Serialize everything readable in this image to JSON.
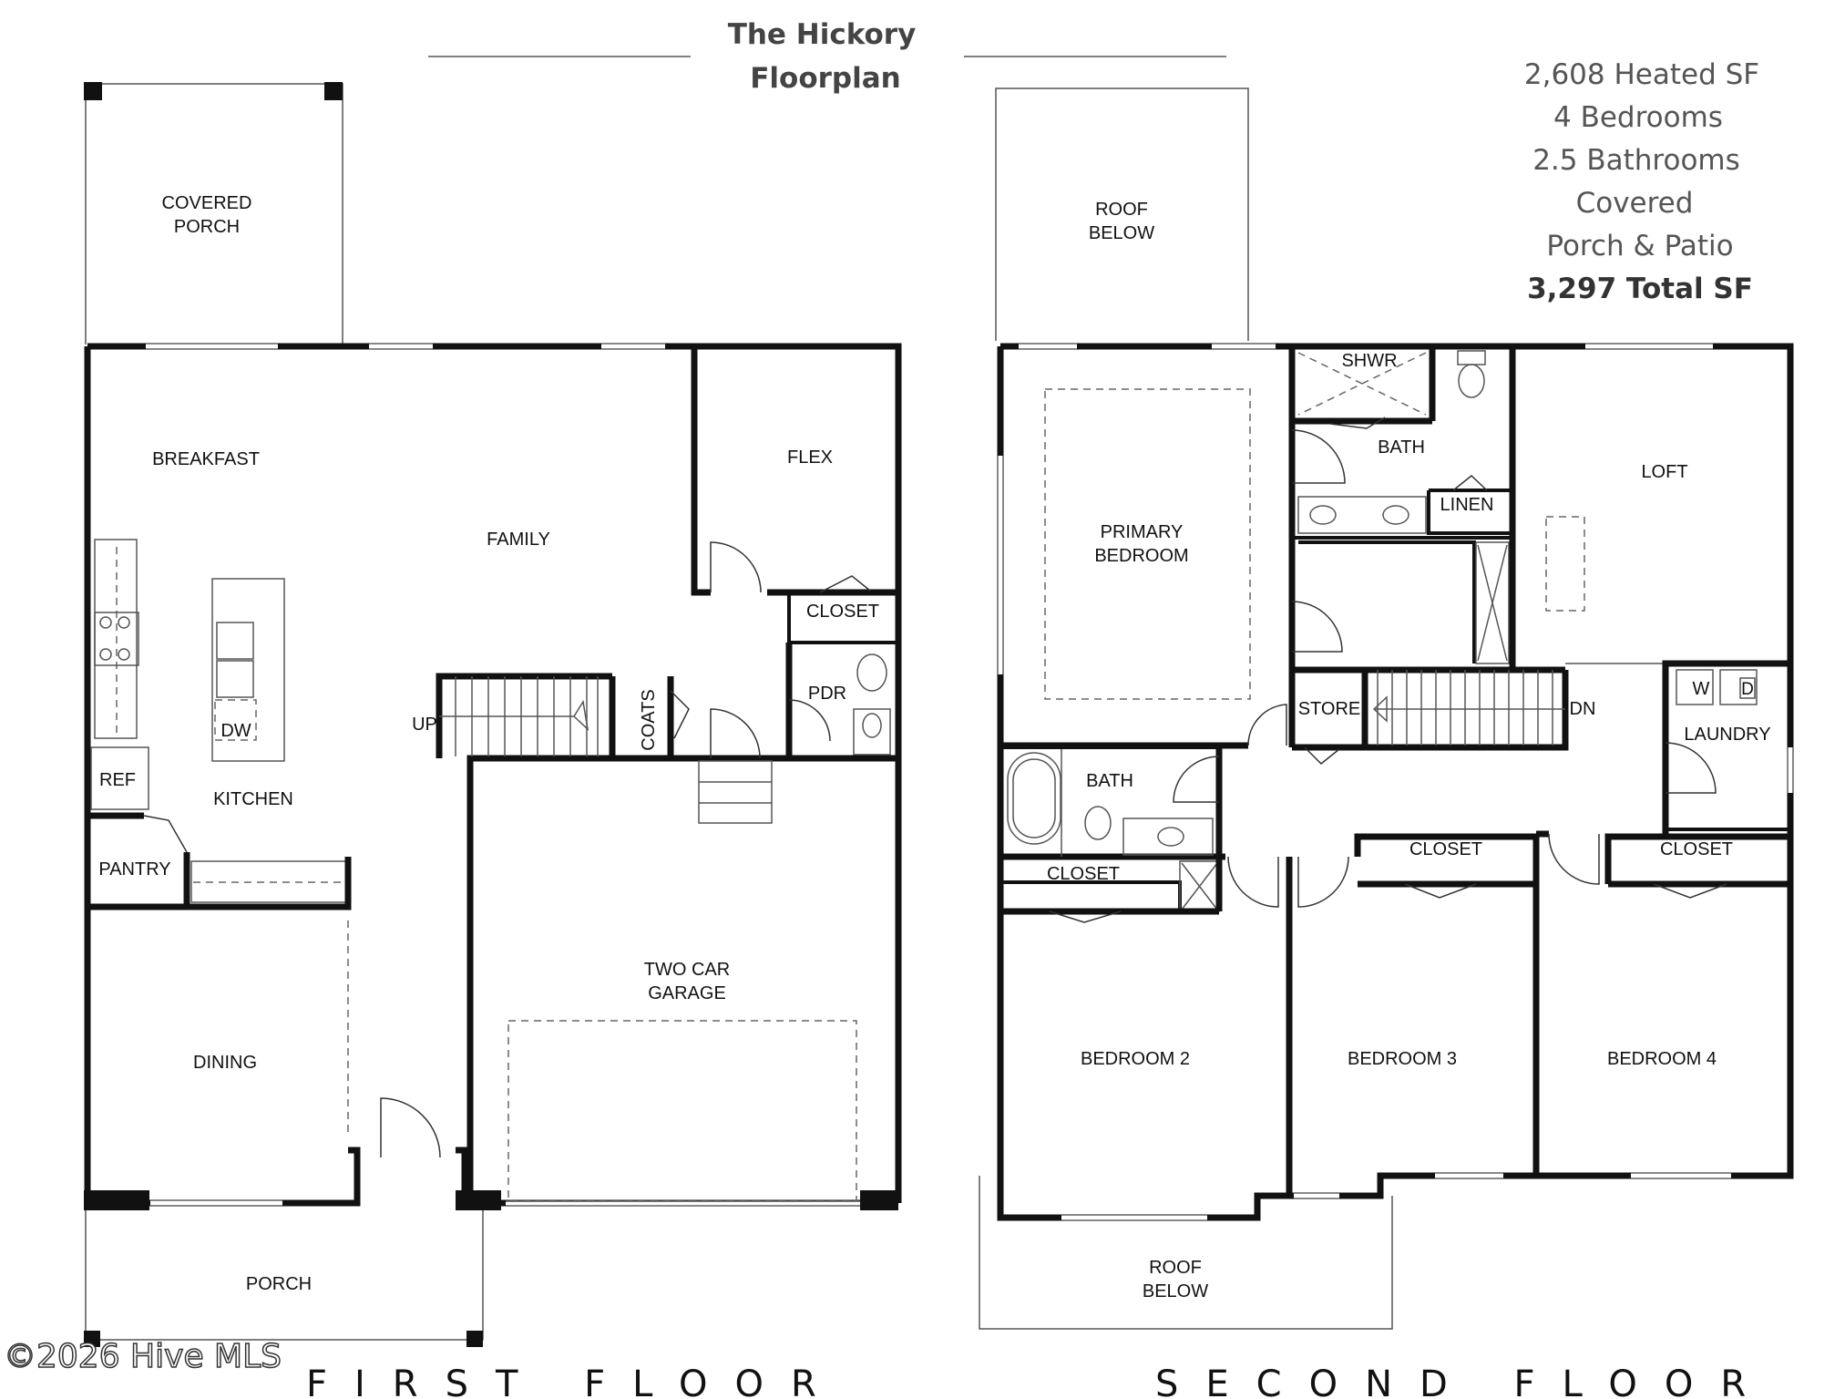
{
  "title": {
    "line1": "The Hickory",
    "line2": "Floorplan"
  },
  "stats": {
    "heated_sf": "2,608 Heated SF",
    "bedrooms": "4 Bedrooms",
    "bathrooms": "2.5 Bathrooms",
    "covered": "Covered",
    "porch_patio": "Porch & Patio",
    "total_sf": "3,297 Total SF"
  },
  "first_floor": {
    "label": "FIRST FLOOR",
    "rooms": {
      "covered_porch_1": "COVERED",
      "covered_porch_2": "PORCH",
      "breakfast": "BREAKFAST",
      "family": "FAMILY",
      "flex": "FLEX",
      "closet": "CLOSET",
      "pdr": "PDR",
      "coats": "COATS",
      "up": "UP",
      "dw": "DW",
      "ref": "REF",
      "kitchen": "KITCHEN",
      "pantry": "PANTRY",
      "dining": "DINING",
      "garage_1": "TWO CAR",
      "garage_2": "GARAGE",
      "porch": "PORCH"
    }
  },
  "second_floor": {
    "label": "SECOND FLOOR",
    "rooms": {
      "roof_below_top_1": "ROOF",
      "roof_below_top_2": "BELOW",
      "primary_1": "PRIMARY",
      "primary_2": "BEDROOM",
      "shwr": "SHWR",
      "bath_primary": "BATH",
      "linen": "LINEN",
      "loft": "LOFT",
      "store": "STORE",
      "dn": "DN",
      "w": "W",
      "d": "D",
      "laundry": "LAUNDRY",
      "bath_hall": "BATH",
      "closet_hall": "CLOSET",
      "closet_b3": "CLOSET",
      "closet_b4": "CLOSET",
      "bedroom2": "BEDROOM 2",
      "bedroom3": "BEDROOM 3",
      "bedroom4": "BEDROOM 4",
      "roof_below_bottom_1": "ROOF",
      "roof_below_bottom_2": "BELOW"
    }
  },
  "watermark": "©2026 Hive MLS"
}
